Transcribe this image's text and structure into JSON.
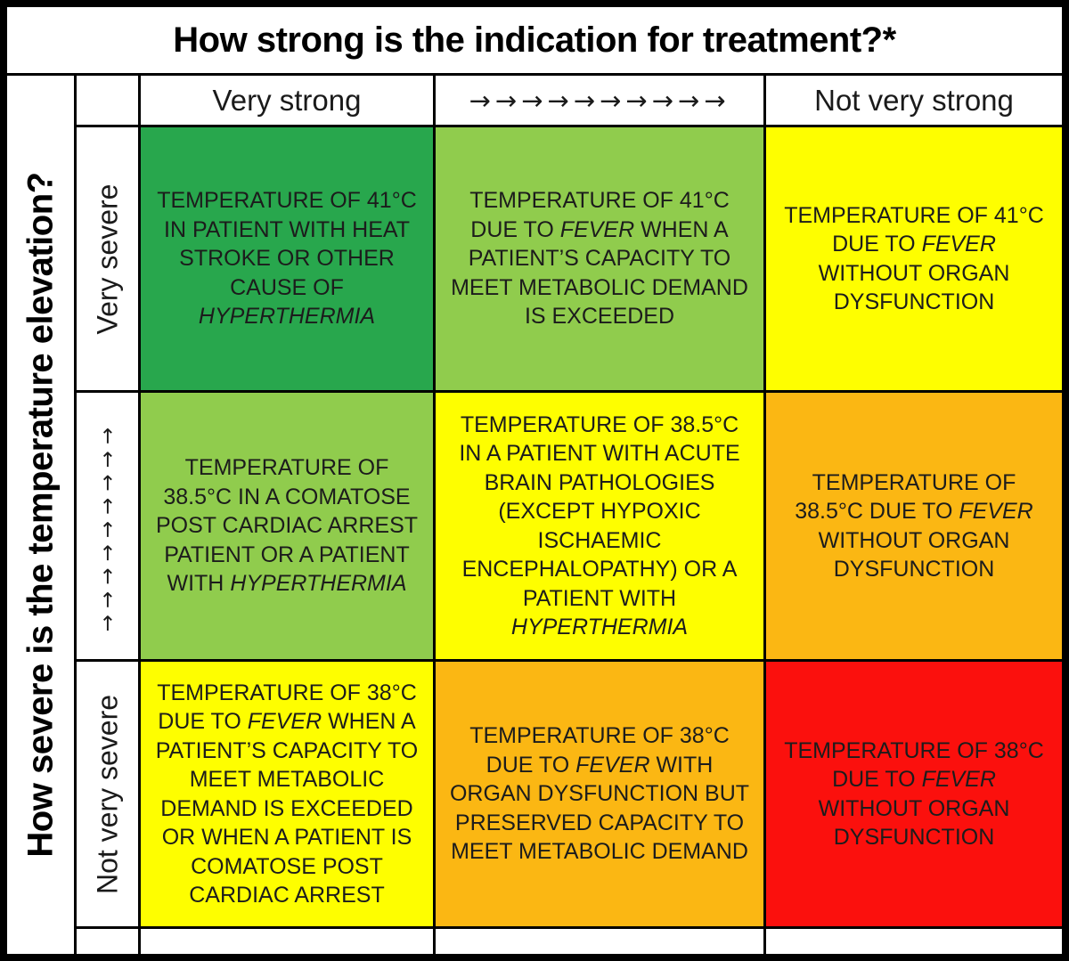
{
  "title": "How strong is the indication for treatment?*",
  "side_title": "How severe is the temperature elevation?",
  "columns": {
    "very_strong": "Very strong",
    "gradient_arrows": "→→→→→→→→→→",
    "not_very_strong": "Not very strong"
  },
  "rows": {
    "very_severe": "Very severe",
    "gradient_arrows": "→→→→→→→→→",
    "not_very_severe": "Not very severe"
  },
  "colors": {
    "green": "#28A74D",
    "light_green": "#90CC4D",
    "yellow": "#FEFE00",
    "orange": "#FBB713",
    "red": "#FB100D",
    "grid_line": "#000000"
  },
  "grid": {
    "cells": [
      [
        {
          "color": "#28A74D",
          "parts": [
            {
              "t": "TEMPERATURE OF 41°C IN PATIENT WITH HEAT STROKE OR OTHER CAUSE OF "
            },
            {
              "t": "HYPERTHERMIA",
              "i": true
            }
          ]
        },
        {
          "color": "#90CC4D",
          "parts": [
            {
              "t": "TEMPERATURE OF 41°C DUE TO "
            },
            {
              "t": "FEVER",
              "i": true
            },
            {
              "t": " WHEN A PATIENT’S CAPACITY TO MEET METABOLIC DEMAND IS EXCEEDED"
            }
          ]
        },
        {
          "color": "#FEFE00",
          "parts": [
            {
              "t": "TEMPERATURE OF 41°C DUE TO "
            },
            {
              "t": "FEVER",
              "i": true
            },
            {
              "t": " WITHOUT ORGAN DYSFUNCTION"
            }
          ]
        }
      ],
      [
        {
          "color": "#90CC4D",
          "parts": [
            {
              "t": "TEMPERATURE OF 38.5°C IN A COMATOSE POST CARDIAC ARREST PATIENT OR A PATIENT WITH "
            },
            {
              "t": "HYPERTHERMIA",
              "i": true
            }
          ]
        },
        {
          "color": "#FEFE00",
          "parts": [
            {
              "t": "TEMPERATURE OF 38.5°C IN A PATIENT WITH ACUTE BRAIN PATHOLOGIES (EXCEPT HYPOXIC ISCHAEMIC ENCEPHALOPATHY) OR A PATIENT WITH "
            },
            {
              "t": "HYPERTHERMIA",
              "i": true
            }
          ]
        },
        {
          "color": "#FBB713",
          "parts": [
            {
              "t": "TEMPERATURE OF 38.5°C DUE TO "
            },
            {
              "t": "FEVER",
              "i": true
            },
            {
              "t": " WITHOUT ORGAN DYSFUNCTION"
            }
          ]
        }
      ],
      [
        {
          "color": "#FEFE00",
          "parts": [
            {
              "t": "TEMPERATURE OF 38°C DUE TO "
            },
            {
              "t": "FEVER",
              "i": true
            },
            {
              "t": " WHEN A PATIENT’S CAPACITY TO MEET METABOLIC DEMAND IS EXCEEDED OR WHEN A PATIENT IS COMATOSE POST CARDIAC ARREST"
            }
          ]
        },
        {
          "color": "#FBB713",
          "parts": [
            {
              "t": "TEMPERATURE OF 38°C DUE TO "
            },
            {
              "t": "FEVER",
              "i": true
            },
            {
              "t": " WITH ORGAN DYSFUNCTION BUT PRESERVED CAPACITY TO MEET METABOLIC DEMAND"
            }
          ]
        },
        {
          "color": "#FB100D",
          "parts": [
            {
              "t": "TEMPERATURE OF 38°C  DUE TO "
            },
            {
              "t": "FEVER",
              "i": true
            },
            {
              "t": " WITHOUT ORGAN DYSFUNCTION"
            }
          ]
        }
      ]
    ]
  }
}
